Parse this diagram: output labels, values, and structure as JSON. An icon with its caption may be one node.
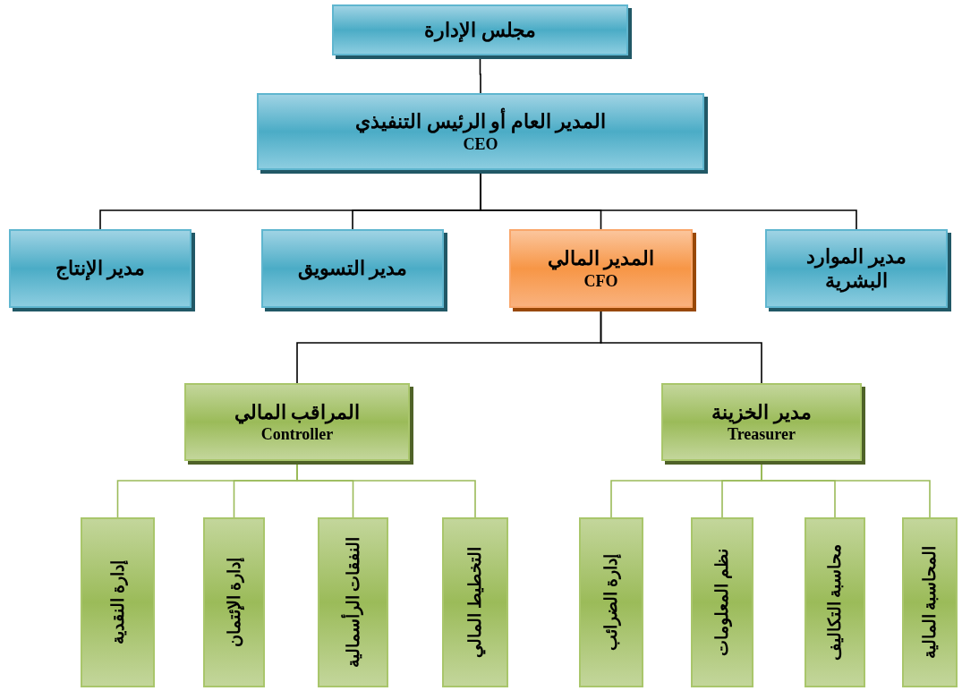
{
  "diagram": {
    "nodes": [
      {
        "text": [
          "مجلس الإدارة"
        ]
      },
      {
        "text": [
          "المدير العام أو الرئيس التنفيذي",
          "CEO"
        ]
      },
      {
        "text": [
          "مدير الموارد البشرية"
        ]
      },
      {
        "text": [
          "المدير المالي",
          "CFO"
        ]
      },
      {
        "text": [
          "مدير التسويق"
        ]
      },
      {
        "text": [
          "مدير الإنتاج"
        ]
      },
      {
        "text": [
          "مدير الخزينة",
          "Treasurer"
        ]
      },
      {
        "text": [
          "المراقب المالي",
          "Controller"
        ]
      },
      {
        "text": [
          "المحاسبة المالية"
        ]
      },
      {
        "text": [
          "محاسبة التكاليف"
        ]
      },
      {
        "text": [
          "نظم المعلومات"
        ]
      },
      {
        "text": [
          "إدارة الضرائب"
        ]
      },
      {
        "text": [
          "التخطيط المالي"
        ]
      },
      {
        "text": [
          "النفقات الرأسمالية"
        ]
      },
      {
        "text": [
          "إدارة الإئتمان"
        ]
      },
      {
        "text": [
          "إدارة النقدية"
        ]
      }
    ],
    "edges": [
      {
        "from": 0,
        "to": 1,
        "arrow": "none",
        "color": "#000000"
      },
      {
        "from": 1,
        "to": 2,
        "arrow": "none",
        "color": "#000000"
      },
      {
        "from": 1,
        "to": 3,
        "arrow": "none",
        "color": "#000000"
      },
      {
        "from": 1,
        "to": 4,
        "arrow": "none",
        "color": "#000000"
      },
      {
        "from": 1,
        "to": 5,
        "arrow": "none",
        "color": "#000000"
      },
      {
        "from": 3,
        "to": 6,
        "arrow": "none",
        "color": "#000000"
      },
      {
        "from": 3,
        "to": 7,
        "arrow": "none",
        "color": "#000000"
      },
      {
        "from": 6,
        "to": 8,
        "arrow": "none"
      },
      {
        "from": 6,
        "to": 9,
        "arrow": "none"
      },
      {
        "from": 6,
        "to": 10,
        "arrow": "none"
      },
      {
        "from": 6,
        "to": 11,
        "arrow": "none"
      },
      {
        "from": 7,
        "to": 12,
        "arrow": "none"
      },
      {
        "from": 7,
        "to": 13,
        "arrow": "none"
      },
      {
        "from": 7,
        "to": 14,
        "arrow": "none"
      },
      {
        "from": 7,
        "to": 15,
        "arrow": "none"
      }
    ]
  }
}
